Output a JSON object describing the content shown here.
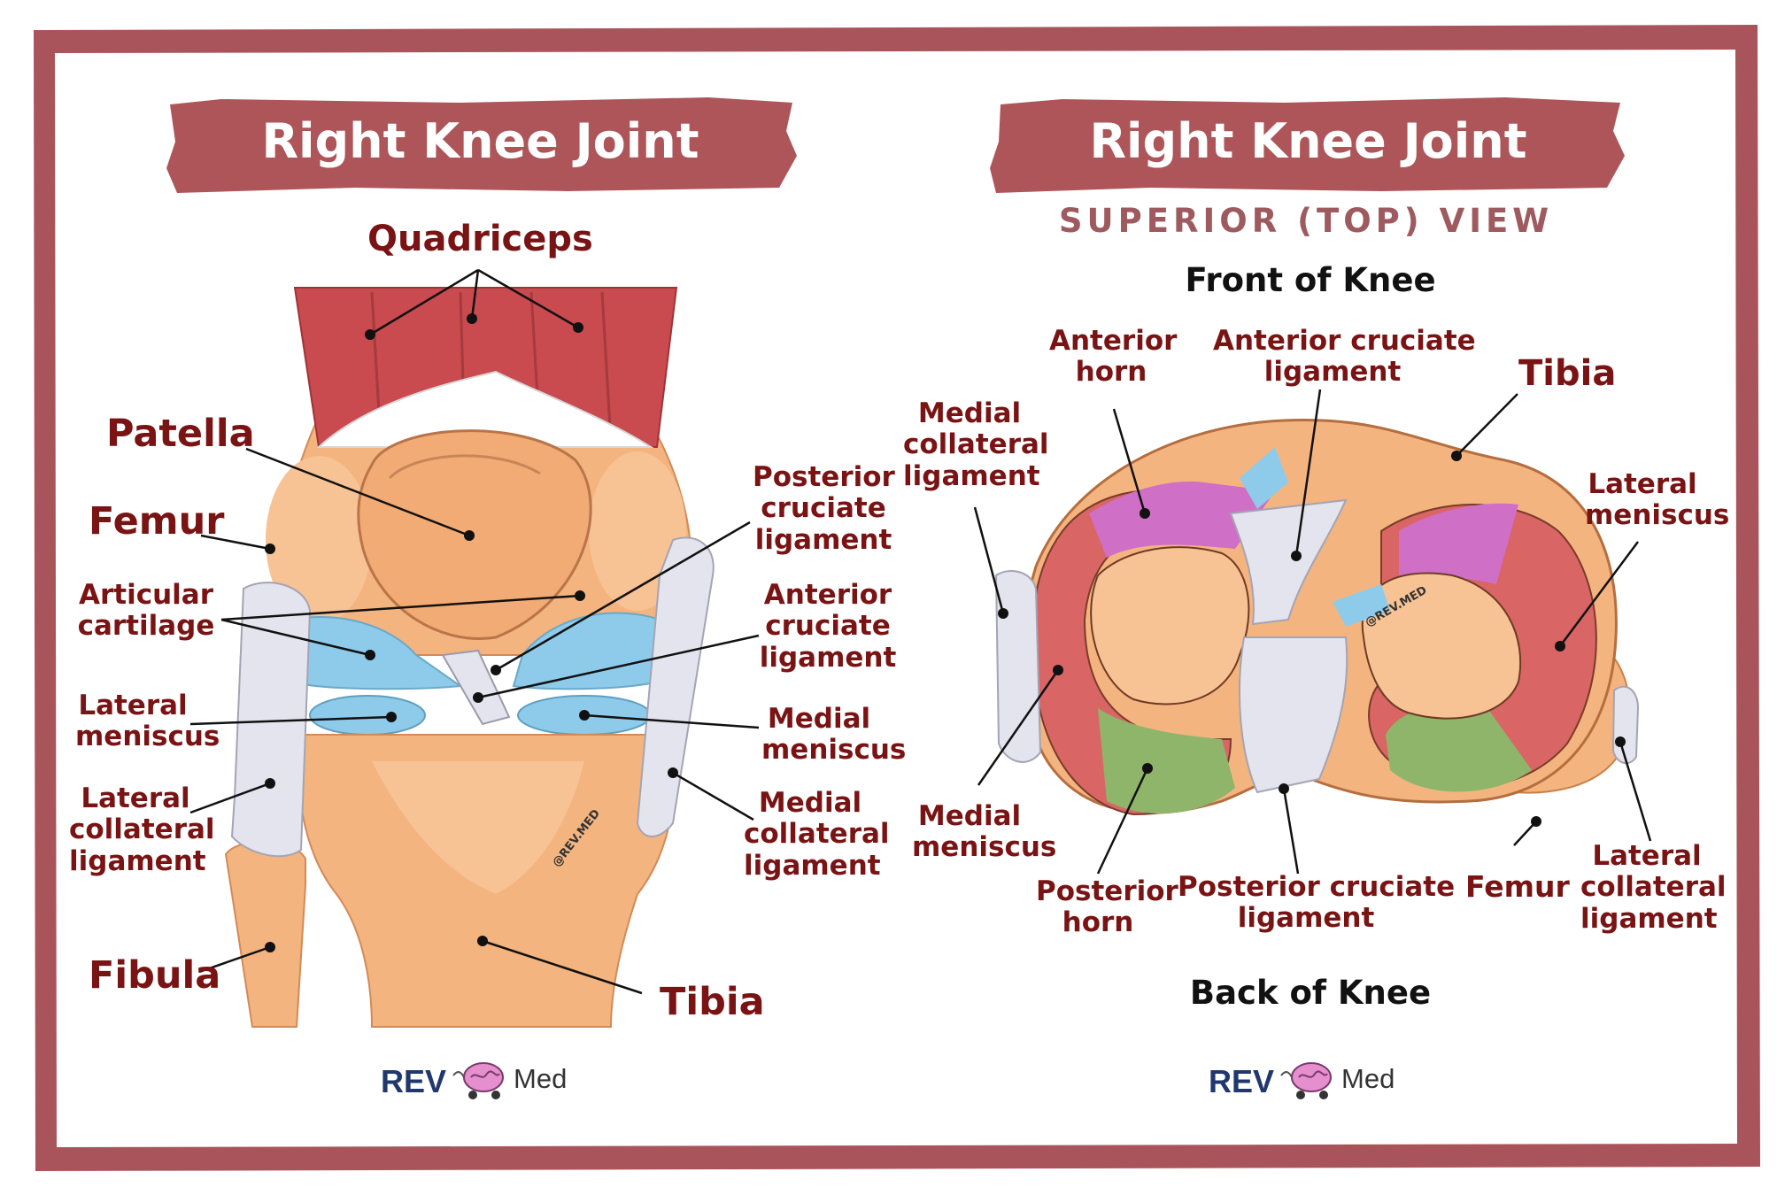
{
  "left_panel": {
    "title": "Right Knee Joint",
    "labels": {
      "quadriceps": "Quadriceps",
      "patella": "Patella",
      "femur": "Femur",
      "articular_cartilage": [
        "Articular",
        "cartilage"
      ],
      "lateral_meniscus": [
        "Lateral",
        "meniscus"
      ],
      "lateral_collateral_ligament": [
        "Lateral",
        "collateral",
        "ligament"
      ],
      "fibula": "Fibula",
      "posterior_cruciate_ligament": [
        "Posterior",
        "cruciate",
        "ligament"
      ],
      "anterior_cruciate_ligament": [
        "Anterior",
        "cruciate",
        "ligament"
      ],
      "medial_meniscus": [
        "Medial",
        "meniscus"
      ],
      "medial_collateral_ligament": [
        "Medial",
        "collateral",
        "ligament"
      ],
      "tibia": "Tibia"
    },
    "watermark": "@REV.MED"
  },
  "right_panel": {
    "title": "Right Knee Joint",
    "subtitle": "SUPERIOR (TOP) VIEW",
    "front": "Front of Knee",
    "back": "Back of Knee",
    "labels": {
      "anterior_horn": [
        "Anterior",
        "horn"
      ],
      "anterior_cruciate_ligament": [
        "Anterior cruciate",
        "ligament"
      ],
      "tibia": "Tibia",
      "medial_collateral_ligament": [
        "Medial",
        "collateral",
        "ligament"
      ],
      "lateral_meniscus": [
        "Lateral",
        "meniscus"
      ],
      "medial_meniscus": [
        "Medial",
        "meniscus"
      ],
      "posterior_horn": [
        "Posterior",
        "horn"
      ],
      "posterior_cruciate_ligament": [
        "Posterior cruciate",
        "ligament"
      ],
      "femur": "Femur",
      "lateral_collateral_ligament": [
        "Lateral",
        "collateral",
        "ligament"
      ]
    },
    "watermark": "@REV.MED"
  },
  "logo": {
    "rev": "REV",
    "med": "Med"
  },
  "colors": {
    "frame": "#a8545a",
    "title_bar": "#ad5559",
    "label_text": "#7a1313",
    "subtitle_text": "#9e5a5e",
    "bone": "#f4b47f",
    "muscle": "#c94a4f",
    "cartilage": "#8ecbea",
    "ligament": "#e4e4ee",
    "meniscus": "#d96565",
    "horn_anterior": "#cf6fc6",
    "horn_posterior": "#8fb56a"
  }
}
